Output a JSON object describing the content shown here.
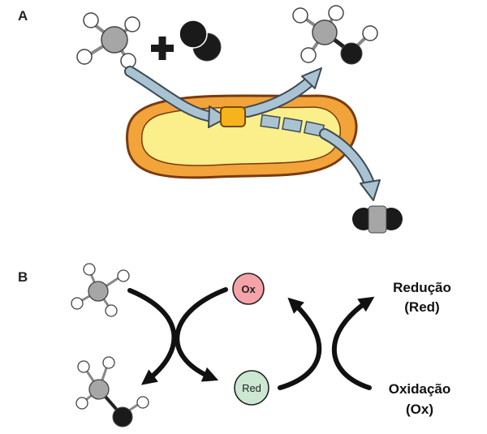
{
  "panel_a": {
    "label": "A"
  },
  "panel_b": {
    "label": "B",
    "ox_label": "Ox",
    "red_label": "Red",
    "reduction_line1": "Redução",
    "reduction_line2": "(Red)",
    "oxidation_line1": "Oxidação",
    "oxidation_line2": "(Ox)"
  },
  "colors": {
    "ox_circle": "#f4a3a8",
    "red_circle": "#cde8d2",
    "cell_outer": "#f2a33a",
    "cell_inner": "#fbef8c",
    "enzyme": "#f7b31b",
    "arrow": "#a9c3d3"
  }
}
